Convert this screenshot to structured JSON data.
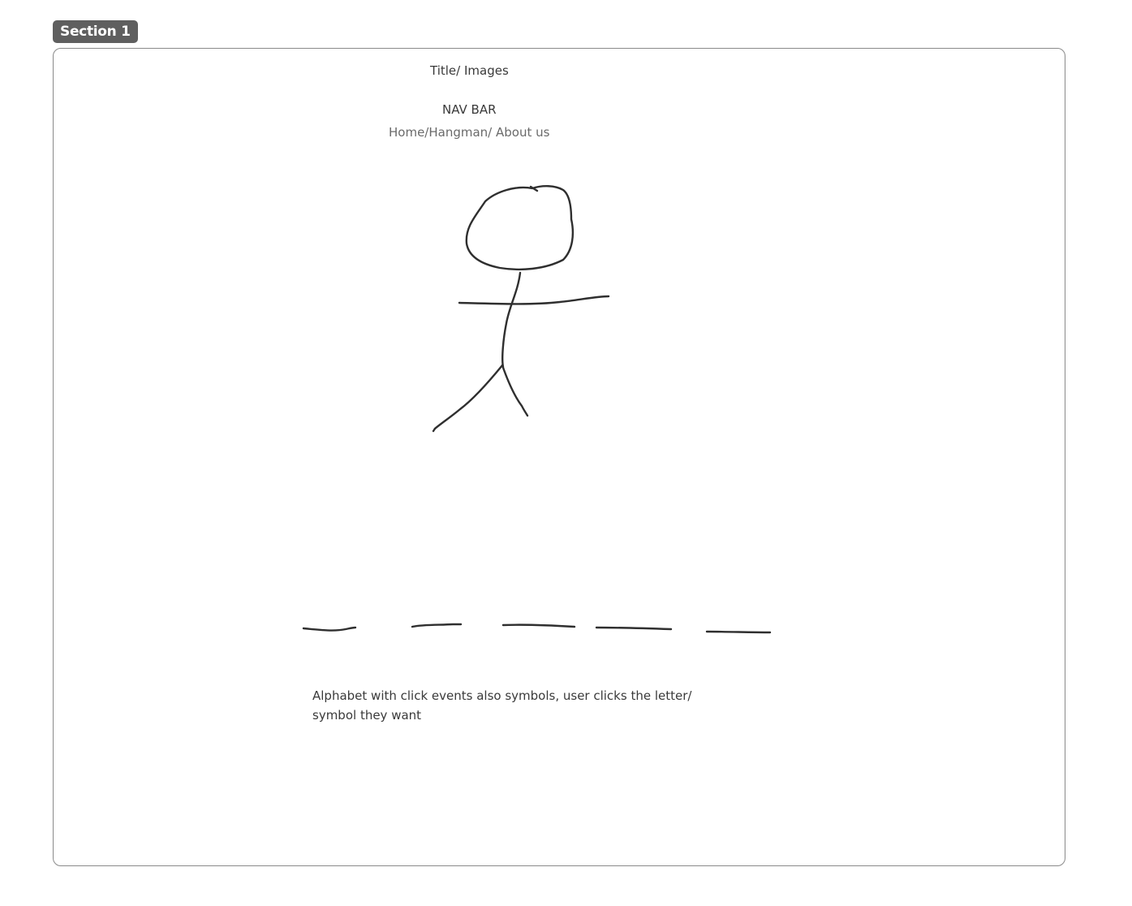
{
  "section": {
    "label": "Section 1"
  },
  "wireframe": {
    "title_note": "Title/ Images",
    "nav_bar_label": "NAV BAR",
    "nav_links": "Home/Hangman/ About us",
    "description": "Alphabet with click events also symbols, user clicks the letter/ symbol they want"
  },
  "sketch": {
    "hangman_figure": "stick-figure",
    "letter_blank_count": 5
  }
}
